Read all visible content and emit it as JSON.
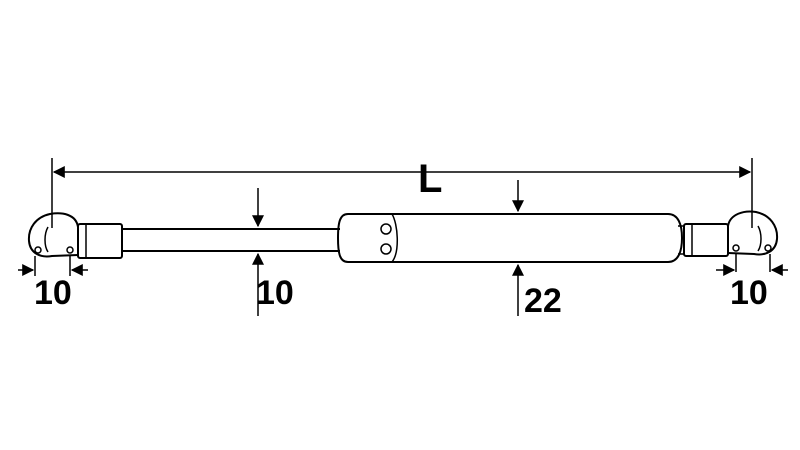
{
  "diagram": {
    "dimensions": {
      "length": "L",
      "left_eye_width": "10",
      "rod_diameter": "10",
      "body_diameter": "22",
      "right_eye_width": "10"
    },
    "colors": {
      "line": "#000000",
      "background": "#ffffff"
    }
  }
}
